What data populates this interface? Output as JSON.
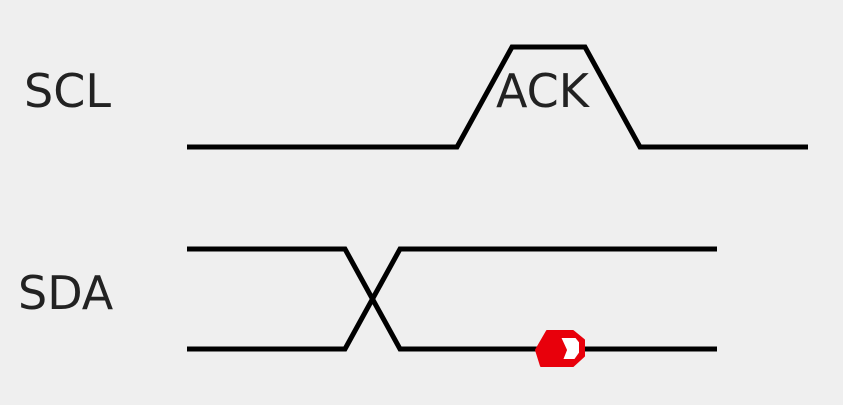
{
  "signals": {
    "scl_label": "SCL",
    "sda_label": "SDA"
  },
  "annotation": {
    "ack_label": "ACK"
  },
  "colors": {
    "wave": "#000000",
    "marker": "#e8000b",
    "background": "#efefef"
  },
  "icons": {
    "marker": "red-cursor-marker-icon"
  }
}
